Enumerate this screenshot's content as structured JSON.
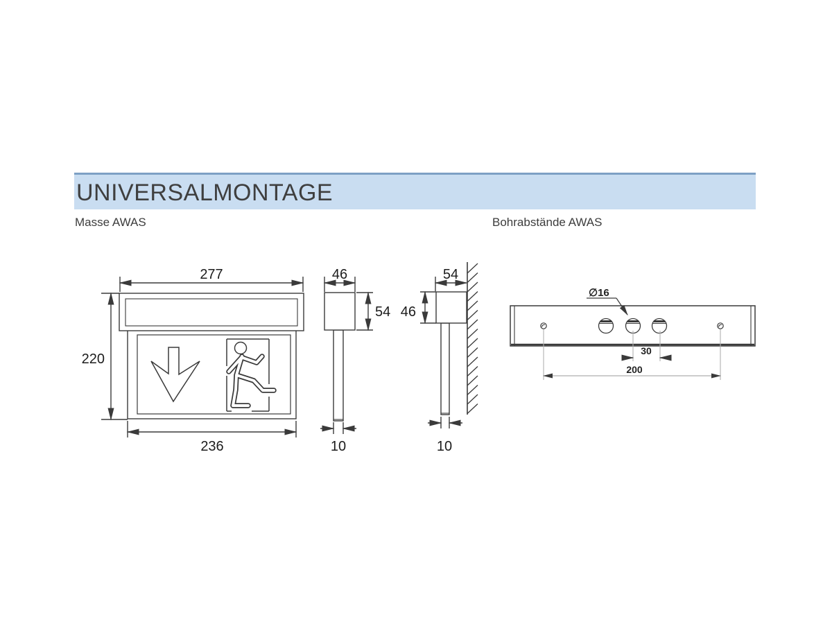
{
  "header": {
    "title": "UNIVERSALMONTAGE"
  },
  "subtitles": {
    "left": "Masse AWAS",
    "right": "Bohrabstände AWAS"
  },
  "front_view": {
    "top_width": "277",
    "height": "220",
    "bottom_width": "236"
  },
  "ceiling_side_view": {
    "width": "46",
    "height": "54",
    "blade_thickness": "10"
  },
  "wall_side_view": {
    "width": "54",
    "height": "46",
    "blade_thickness": "10"
  },
  "drill_view": {
    "diameter": "∅16",
    "hole_spacing": "30",
    "mount_spacing": "200"
  },
  "colors": {
    "header_bg": "#c9ddf1",
    "header_border": "#7da0c4",
    "line": "#3a3a3a",
    "text": "#3c3c3c",
    "extension_line": "#b0b0b0"
  }
}
